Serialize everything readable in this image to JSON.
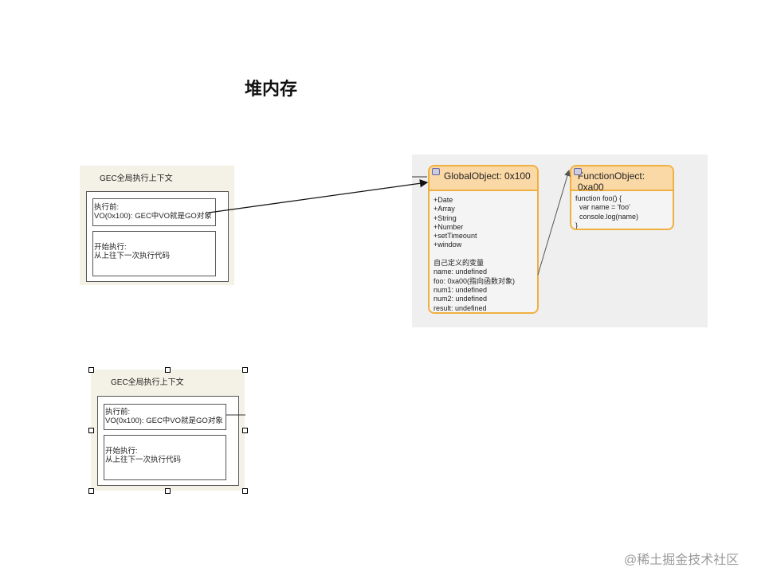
{
  "title": "堆内存",
  "gec": {
    "header": "GEC全局执行上下文",
    "before": "执行前:\nVO(0x100): GEC中VO就是GO对象",
    "after": "开始执行:\n从上往下一次执行代码"
  },
  "global_object": {
    "header": "GlobalObject: 0x100",
    "body": "+Date\n+Array\n+String\n+Number\n+setTimeount\n+window\n\n自己定义的变量\nname: undefined\nfoo: 0xa00(指向函数对象)\nnum1: undefined\nnum2: undefined\nresult: undefined"
  },
  "function_object": {
    "header": "FunctionObject: 0xa00",
    "body": "function foo() {\n  var name = 'foo'\n  console.log(name)\n}"
  },
  "watermark": "@稀土掘金技术社区",
  "colors": {
    "object_border": "#f0b040",
    "object_header": "#fbd9a6",
    "gec_bg": "#f4f2e6"
  }
}
